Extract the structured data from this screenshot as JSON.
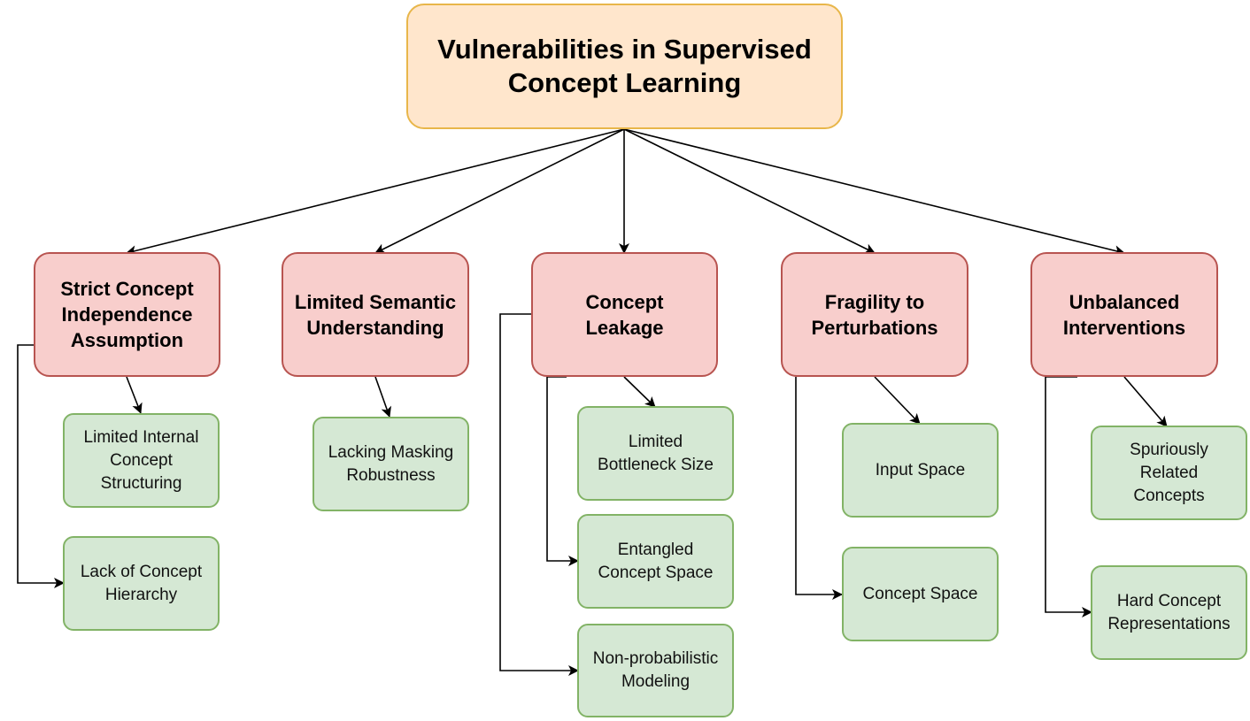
{
  "root": {
    "label": "Vulnerabilities in Supervised\nConcept Learning"
  },
  "categories": [
    {
      "label": "Strict Concept\nIndependence\nAssumption",
      "children": [
        "Limited Internal\nConcept\nStructuring",
        "Lack of Concept\nHierarchy"
      ]
    },
    {
      "label": "Limited Semantic\nUnderstanding",
      "children": [
        "Lacking Masking\nRobustness"
      ]
    },
    {
      "label": "Concept\nLeakage",
      "children": [
        "Limited\nBottleneck Size",
        "Entangled\nConcept Space",
        "Non-probabilistic\nModeling"
      ]
    },
    {
      "label": "Fragility to\nPerturbations",
      "children": [
        "Input Space",
        "Concept Space"
      ]
    },
    {
      "label": "Unbalanced\nInterventions",
      "children": [
        "Spuriously\nRelated\nConcepts",
        "Hard Concept\nRepresentations"
      ]
    }
  ],
  "colors": {
    "root_fill": "#ffe6cc",
    "root_stroke": "#e8b64a",
    "category_fill": "#f8cecc",
    "category_stroke": "#b85450",
    "leaf_fill": "#d5e8d4",
    "leaf_stroke": "#82b366",
    "edge": "#000000"
  }
}
